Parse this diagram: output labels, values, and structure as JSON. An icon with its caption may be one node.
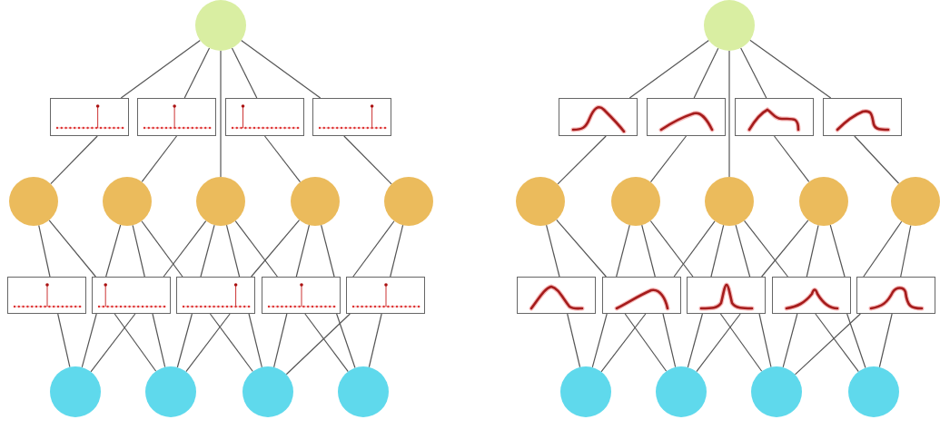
{
  "diagram": {
    "nodes": [
      {
        "text": [],
        "shape": "circle"
      },
      {
        "text": [],
        "shape": "picture"
      },
      {
        "text": [],
        "shape": "picture"
      },
      {
        "text": [],
        "shape": "picture"
      },
      {
        "text": [],
        "shape": "picture"
      },
      {
        "text": [],
        "shape": "circle"
      },
      {
        "text": [],
        "shape": "circle"
      },
      {
        "text": [],
        "shape": "circle"
      },
      {
        "text": [],
        "shape": "circle"
      },
      {
        "text": [],
        "shape": "circle"
      },
      {
        "text": [],
        "shape": "picture"
      },
      {
        "text": [],
        "shape": "picture"
      },
      {
        "text": [],
        "shape": "picture"
      },
      {
        "text": [],
        "shape": "picture"
      },
      {
        "text": [],
        "shape": "picture"
      },
      {
        "text": [],
        "shape": "circle"
      },
      {
        "text": [],
        "shape": "circle"
      },
      {
        "text": [],
        "shape": "circle"
      },
      {
        "text": [],
        "shape": "circle"
      },
      {
        "text": [],
        "shape": "circle"
      },
      {
        "text": [],
        "shape": "picture"
      },
      {
        "text": [],
        "shape": "picture"
      },
      {
        "text": [],
        "shape": "picture"
      },
      {
        "text": [],
        "shape": "picture"
      },
      {
        "text": [],
        "shape": "circle"
      },
      {
        "text": [],
        "shape": "circle"
      },
      {
        "text": [],
        "shape": "circle"
      },
      {
        "text": [],
        "shape": "circle"
      },
      {
        "text": [],
        "shape": "circle"
      },
      {
        "text": [],
        "shape": "picture"
      },
      {
        "text": [],
        "shape": "picture"
      },
      {
        "text": [],
        "shape": "picture"
      },
      {
        "text": [],
        "shape": "picture"
      },
      {
        "text": [],
        "shape": "picture"
      },
      {
        "text": [],
        "shape": "circle"
      },
      {
        "text": [],
        "shape": "circle"
      },
      {
        "text": [],
        "shape": "circle"
      },
      {
        "text": [],
        "shape": "circle"
      }
    ],
    "edges": [
      {
        "from": 0,
        "to": 1,
        "arrow": "none"
      },
      {
        "from": 1,
        "to": 5,
        "arrow": "none"
      },
      {
        "from": 0,
        "to": 2,
        "arrow": "none"
      },
      {
        "from": 2,
        "to": 6,
        "arrow": "none"
      },
      {
        "from": 0,
        "to": 7,
        "arrow": "none"
      },
      {
        "from": 0,
        "to": 3,
        "arrow": "none"
      },
      {
        "from": 3,
        "to": 8,
        "arrow": "none"
      },
      {
        "from": 0,
        "to": 4,
        "arrow": "none"
      },
      {
        "from": 4,
        "to": 9,
        "arrow": "none"
      },
      {
        "from": 5,
        "to": 10,
        "arrow": "none"
      },
      {
        "from": 10,
        "to": 15,
        "arrow": "none"
      },
      {
        "from": 5,
        "to": 11,
        "arrow": "none"
      },
      {
        "from": 11,
        "to": 16,
        "arrow": "none"
      },
      {
        "from": 6,
        "to": 11,
        "arrow": "none"
      },
      {
        "from": 11,
        "to": 15,
        "arrow": "none"
      },
      {
        "from": 6,
        "to": 11,
        "arrow": "none"
      },
      {
        "from": 11,
        "to": 16,
        "arrow": "none"
      },
      {
        "from": 6,
        "to": 12,
        "arrow": "none"
      },
      {
        "from": 12,
        "to": 17,
        "arrow": "none"
      },
      {
        "from": 7,
        "to": 11,
        "arrow": "none"
      },
      {
        "from": 11,
        "to": 15,
        "arrow": "none"
      },
      {
        "from": 7,
        "to": 12,
        "arrow": "none"
      },
      {
        "from": 12,
        "to": 16,
        "arrow": "none"
      },
      {
        "from": 7,
        "to": 12,
        "arrow": "none"
      },
      {
        "from": 12,
        "to": 17,
        "arrow": "none"
      },
      {
        "from": 7,
        "to": 13,
        "arrow": "none"
      },
      {
        "from": 13,
        "to": 18,
        "arrow": "none"
      },
      {
        "from": 8,
        "to": 12,
        "arrow": "none"
      },
      {
        "from": 12,
        "to": 16,
        "arrow": "none"
      },
      {
        "from": 8,
        "to": 13,
        "arrow": "none"
      },
      {
        "from": 13,
        "to": 17,
        "arrow": "none"
      },
      {
        "from": 8,
        "to": 13,
        "arrow": "none"
      },
      {
        "from": 13,
        "to": 18,
        "arrow": "none"
      },
      {
        "from": 9,
        "to": 14,
        "arrow": "none"
      },
      {
        "from": 14,
        "to": 17,
        "arrow": "none"
      },
      {
        "from": 9,
        "to": 14,
        "arrow": "none"
      },
      {
        "from": 14,
        "to": 18,
        "arrow": "none"
      },
      {
        "from": 19,
        "to": 20,
        "arrow": "none"
      },
      {
        "from": 20,
        "to": 24,
        "arrow": "none"
      },
      {
        "from": 19,
        "to": 21,
        "arrow": "none"
      },
      {
        "from": 21,
        "to": 25,
        "arrow": "none"
      },
      {
        "from": 19,
        "to": 26,
        "arrow": "none"
      },
      {
        "from": 19,
        "to": 22,
        "arrow": "none"
      },
      {
        "from": 22,
        "to": 27,
        "arrow": "none"
      },
      {
        "from": 19,
        "to": 23,
        "arrow": "none"
      },
      {
        "from": 23,
        "to": 28,
        "arrow": "none"
      },
      {
        "from": 24,
        "to": 29,
        "arrow": "none"
      },
      {
        "from": 29,
        "to": 34,
        "arrow": "none"
      },
      {
        "from": 24,
        "to": 30,
        "arrow": "none"
      },
      {
        "from": 30,
        "to": 35,
        "arrow": "none"
      },
      {
        "from": 25,
        "to": 30,
        "arrow": "none"
      },
      {
        "from": 30,
        "to": 34,
        "arrow": "none"
      },
      {
        "from": 25,
        "to": 30,
        "arrow": "none"
      },
      {
        "from": 30,
        "to": 35,
        "arrow": "none"
      },
      {
        "from": 25,
        "to": 31,
        "arrow": "none"
      },
      {
        "from": 31,
        "to": 36,
        "arrow": "none"
      },
      {
        "from": 26,
        "to": 30,
        "arrow": "none"
      },
      {
        "from": 30,
        "to": 34,
        "arrow": "none"
      },
      {
        "from": 26,
        "to": 31,
        "arrow": "none"
      },
      {
        "from": 31,
        "to": 35,
        "arrow": "none"
      },
      {
        "from": 26,
        "to": 31,
        "arrow": "none"
      },
      {
        "from": 31,
        "to": 36,
        "arrow": "none"
      },
      {
        "from": 26,
        "to": 32,
        "arrow": "none"
      },
      {
        "from": 32,
        "to": 37,
        "arrow": "none"
      },
      {
        "from": 27,
        "to": 31,
        "arrow": "none"
      },
      {
        "from": 31,
        "to": 35,
        "arrow": "none"
      },
      {
        "from": 27,
        "to": 32,
        "arrow": "none"
      },
      {
        "from": 32,
        "to": 36,
        "arrow": "none"
      },
      {
        "from": 27,
        "to": 32,
        "arrow": "none"
      },
      {
        "from": 32,
        "to": 37,
        "arrow": "none"
      },
      {
        "from": 28,
        "to": 33,
        "arrow": "none"
      },
      {
        "from": 33,
        "to": 36,
        "arrow": "none"
      },
      {
        "from": 28,
        "to": 33,
        "arrow": "none"
      },
      {
        "from": 33,
        "to": 37,
        "arrow": "none"
      }
    ]
  }
}
